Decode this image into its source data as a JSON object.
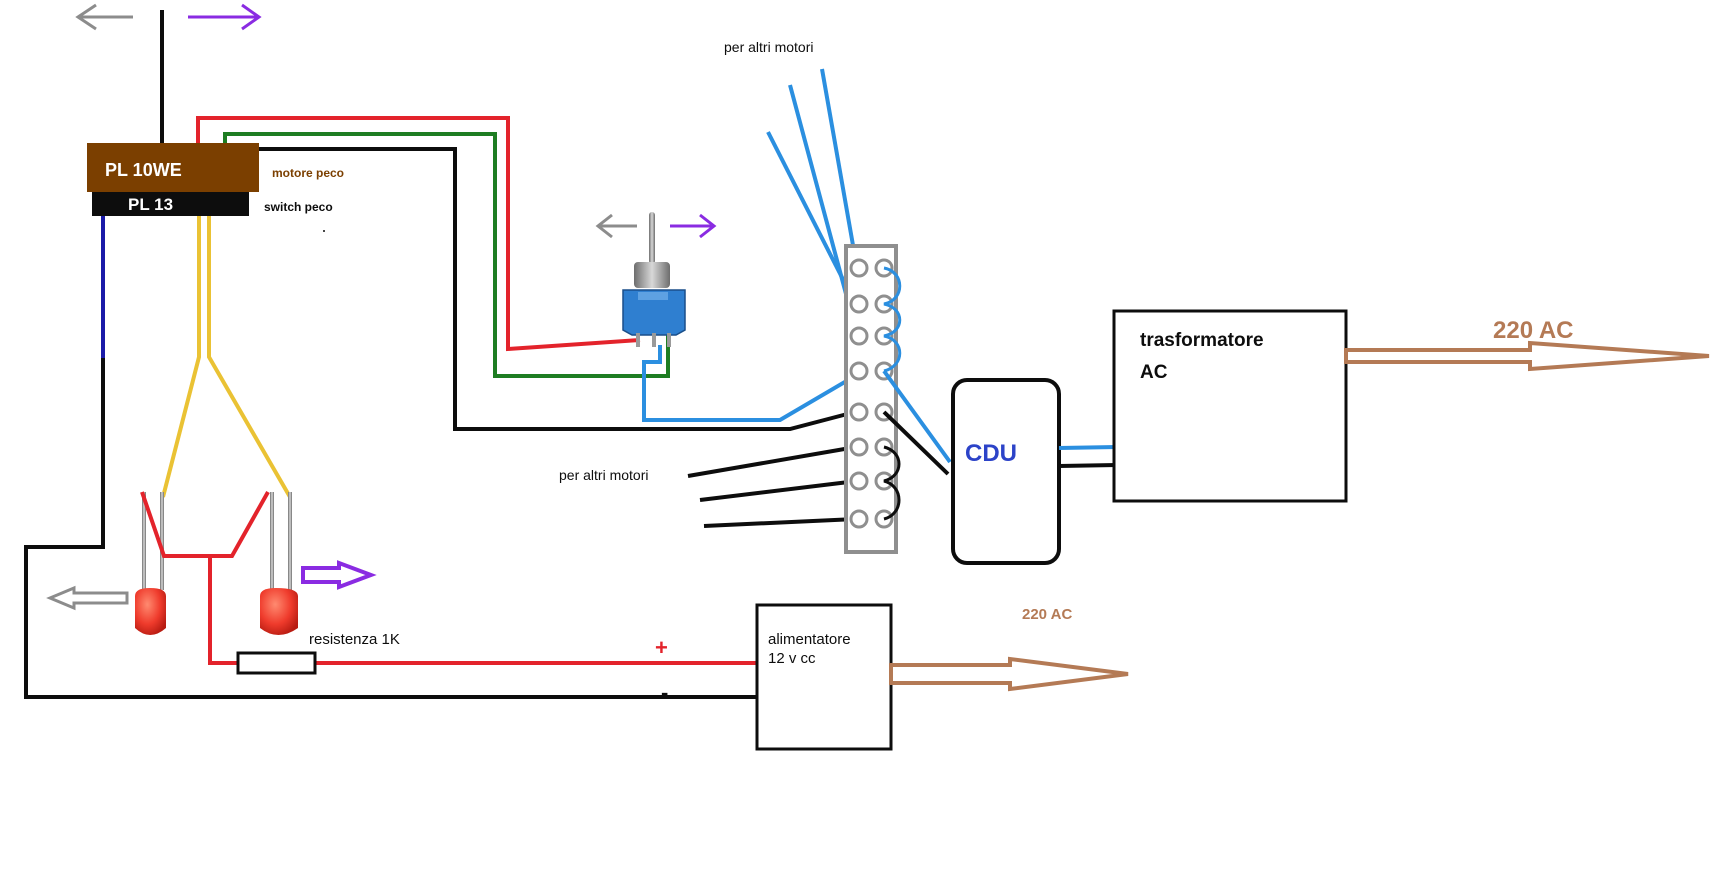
{
  "labels": {
    "motor": "PL 10WE",
    "switch": "PL 13",
    "motor_note": "motore peco",
    "switch_note": "switch peco",
    "other_motors_top": "per altri motori",
    "other_motors_left": "per altri motori",
    "cdu": "CDU",
    "transformer_line1": "trasformatore",
    "transformer_line2": "AC",
    "mains_top": "220 AC",
    "mains_bottom": "220 AC",
    "resistor": "resistenza 1K",
    "plus": "+",
    "minus": "-",
    "psu_line1": "alimentatore",
    "psu_line2": "12 v cc"
  },
  "colors": {
    "wire_red": "#e3232b",
    "wire_green": "#1e7d22",
    "wire_black": "#0d0d0d",
    "wire_blue_light": "#2b8fe0",
    "wire_blue_dark": "#1a1aa8",
    "wire_yellow": "#eac234",
    "arrow_gray": "#8c8c8c",
    "arrow_purple": "#8a2be2",
    "arrow_brown": "#b47a55",
    "motor_brown": "#7b3f00",
    "terminal_gray": "#8f8f8f",
    "cdu_text": "#2c43c8",
    "led_red": "#ef3b2c",
    "toggle_blue": "#2f7fd0"
  }
}
